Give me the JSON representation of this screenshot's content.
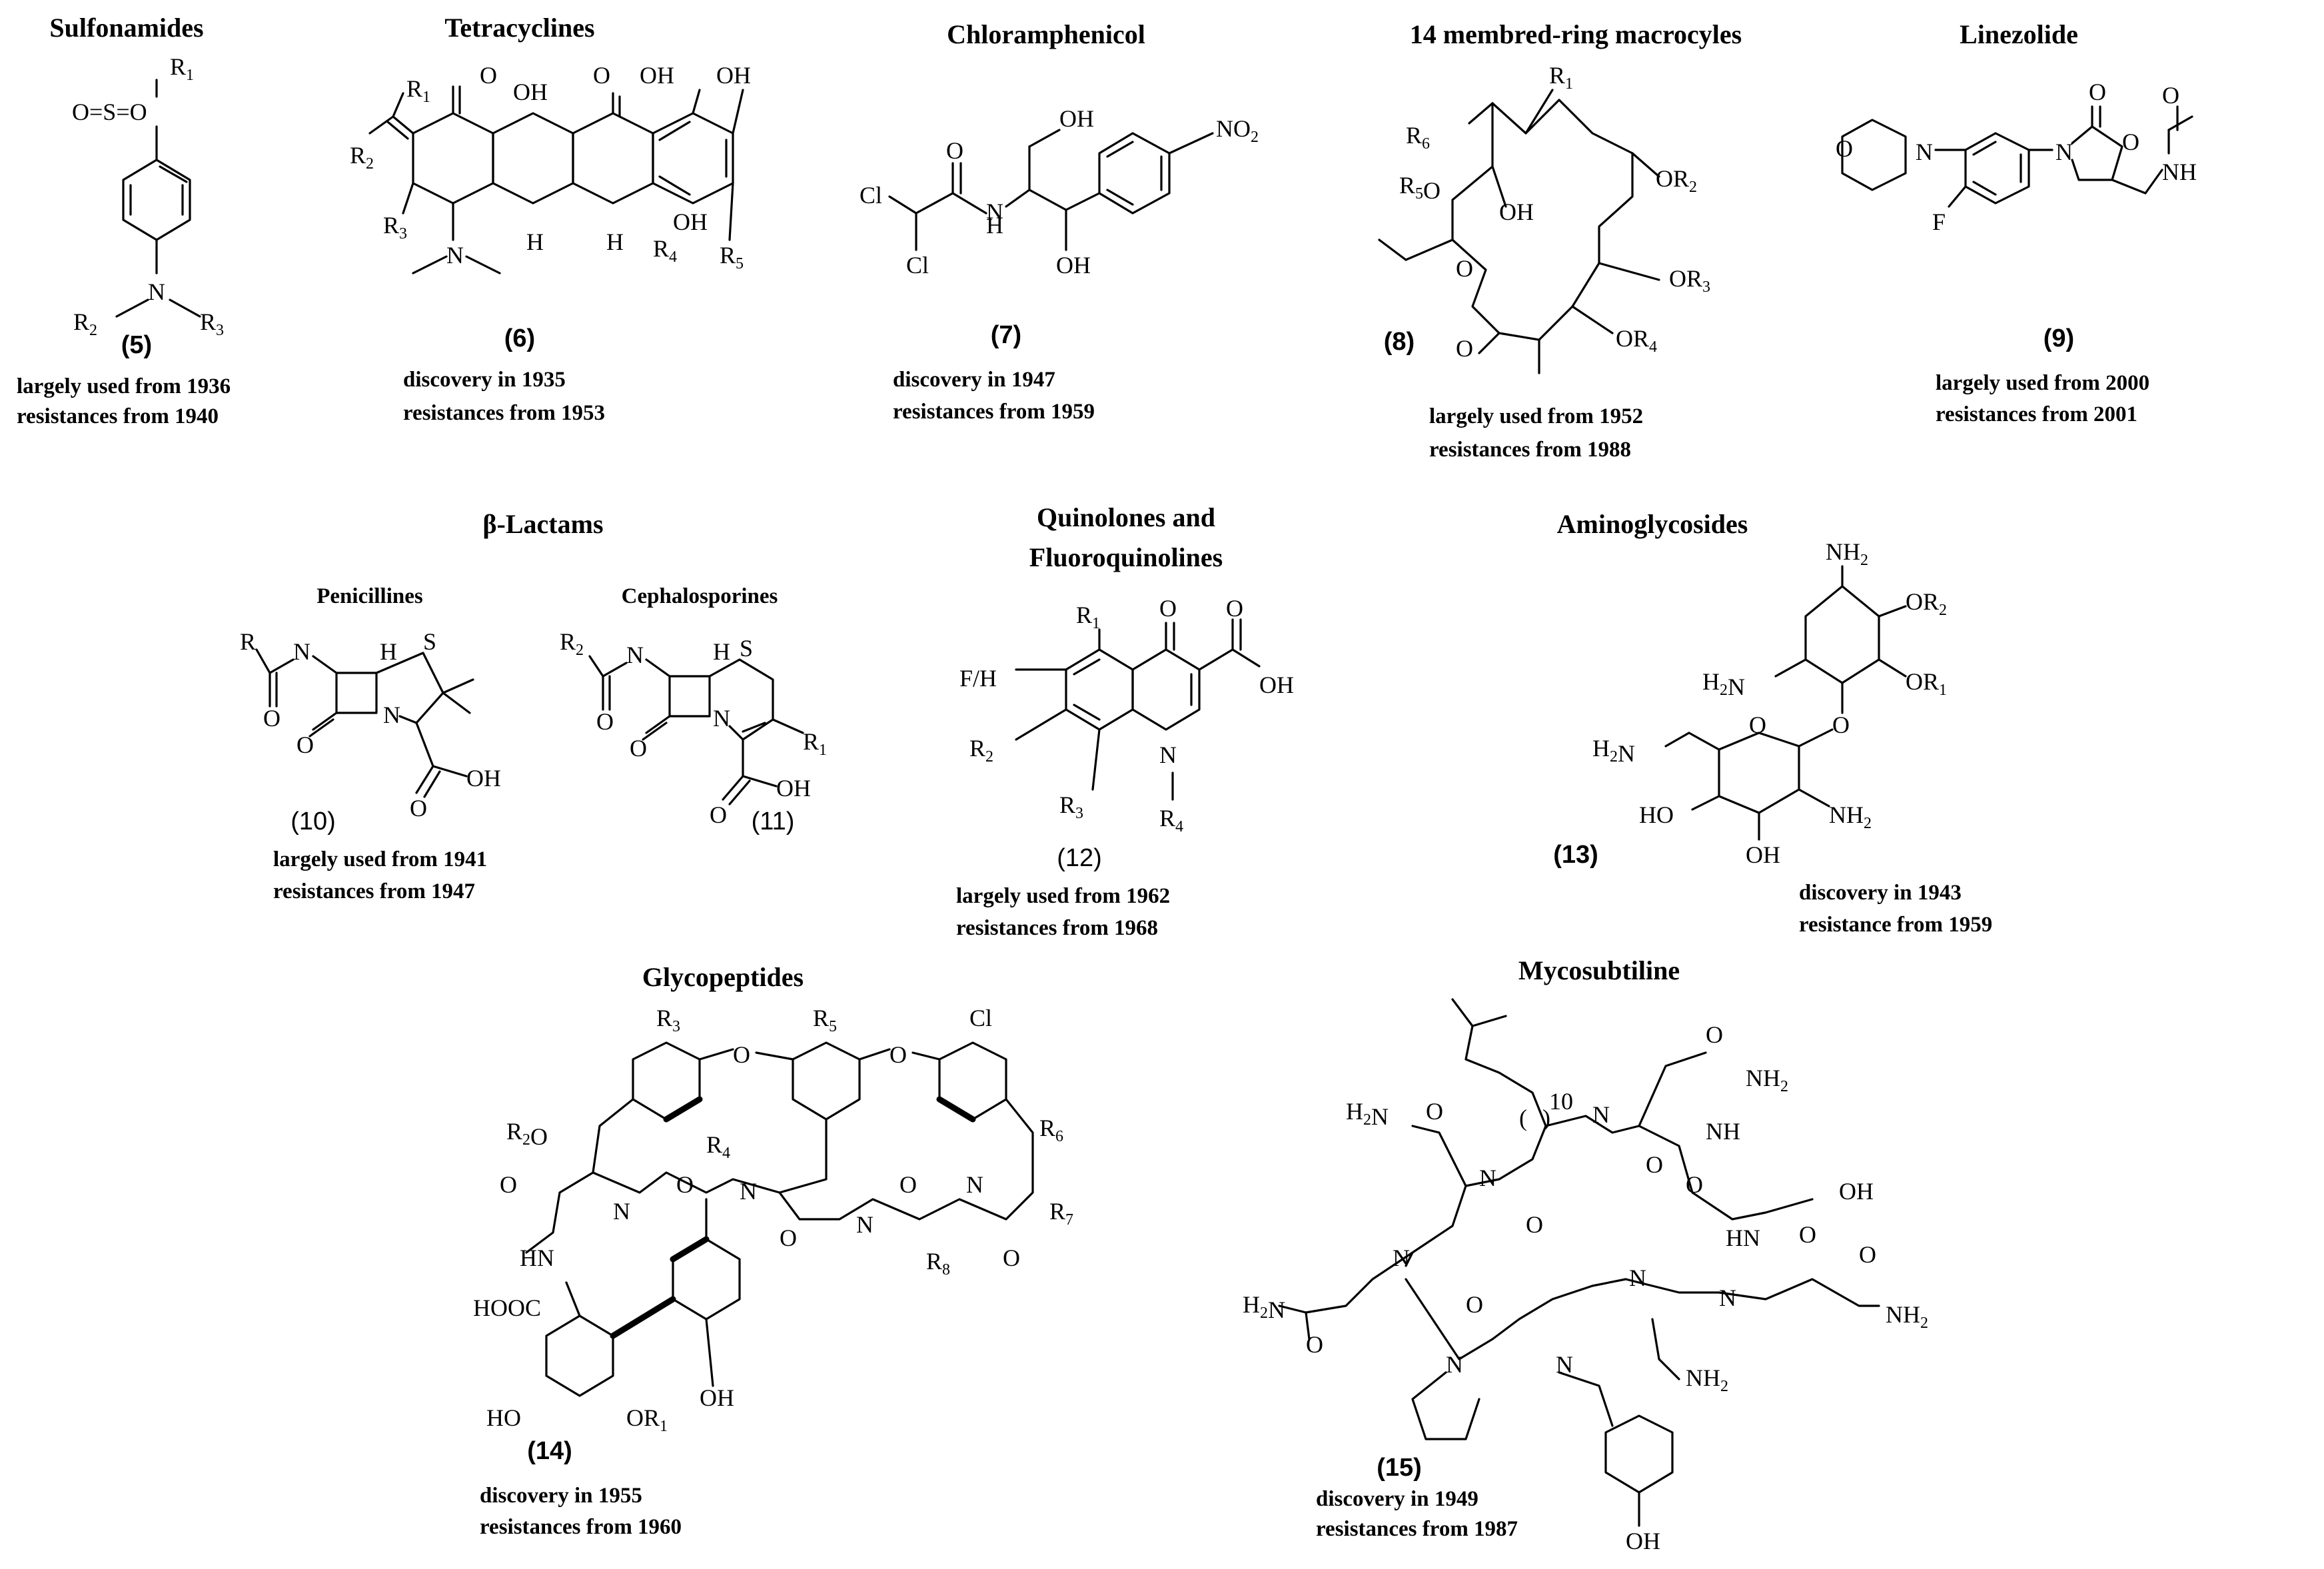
{
  "compounds": [
    {
      "key": "sulfonamides",
      "title": "Sulfonamides",
      "number": "(5)",
      "line1": "largely used from 1936",
      "line2": "resistances from 1940"
    },
    {
      "key": "tetracyclines",
      "title": "Tetracyclines",
      "number": "(6)",
      "line1": "discovery in 1935",
      "line2": "resistances from 1953"
    },
    {
      "key": "chloramphenicol",
      "title": "Chloramphenicol",
      "number": "(7)",
      "line1": "discovery in 1947",
      "line2": "resistances from 1959"
    },
    {
      "key": "macrocycles",
      "title": "14 membred-ring macrocyles",
      "number": "(8)",
      "line1": "largely used from 1952",
      "line2": "resistances from 1988"
    },
    {
      "key": "linezolide",
      "title": "Linezolide",
      "number": "(9)",
      "line1": "largely used from 2000",
      "line2": "resistances from 2001"
    },
    {
      "key": "betalactams",
      "title": "β-Lactams",
      "sub1": "Penicillines",
      "sub2": "Cephalosporines",
      "number": "(10)",
      "number2": "(11)",
      "line1": "largely used from 1941",
      "line2": "resistances from 1947"
    },
    {
      "key": "quinolones",
      "title": "Quinolones and",
      "title2": "Fluoroquinolines",
      "number": "(12)",
      "line1": "largely used from 1962",
      "line2": "resistances from 1968"
    },
    {
      "key": "aminoglycosides",
      "title": "Aminoglycosides",
      "number": "(13)",
      "line1": "discovery in 1943",
      "line2": "resistance from 1959"
    },
    {
      "key": "glycopeptides",
      "title": "Glycopeptides",
      "number": "(14)",
      "line1": "discovery in 1955",
      "line2": "resistances from 1960"
    },
    {
      "key": "mycosubtiline",
      "title": "Mycosubtiline",
      "number": "(15)",
      "line1": "discovery in 1949",
      "line2": "resistances from 1987"
    }
  ]
}
